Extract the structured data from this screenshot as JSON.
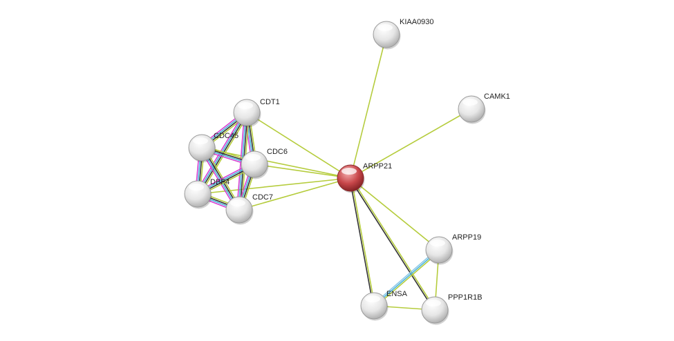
{
  "network": {
    "query_node": "ARPP21",
    "nodes": [
      {
        "id": "ARPP21",
        "label": "ARPP21",
        "query": true
      },
      {
        "id": "KIAA0930",
        "label": "KIAA0930"
      },
      {
        "id": "CAMK1",
        "label": "CAMK1"
      },
      {
        "id": "CDT1",
        "label": "CDT1"
      },
      {
        "id": "CDC45",
        "label": "CDC45"
      },
      {
        "id": "CDC6",
        "label": "CDC6"
      },
      {
        "id": "DBF4",
        "label": "DBF4"
      },
      {
        "id": "CDC7",
        "label": "CDC7"
      },
      {
        "id": "ARPP19",
        "label": "ARPP19"
      },
      {
        "id": "ENSA",
        "label": "ENSA"
      },
      {
        "id": "PPP1R1B",
        "label": "PPP1R1B"
      }
    ],
    "edges": [
      {
        "source": "ARPP21",
        "target": "KIAA0930",
        "evidence": [
          "textmining"
        ]
      },
      {
        "source": "ARPP21",
        "target": "CAMK1",
        "evidence": [
          "textmining"
        ]
      },
      {
        "source": "ARPP21",
        "target": "CDT1",
        "evidence": [
          "textmining"
        ]
      },
      {
        "source": "ARPP21",
        "target": "CDC45",
        "evidence": [
          "textmining"
        ]
      },
      {
        "source": "ARPP21",
        "target": "CDC6",
        "evidence": [
          "textmining"
        ]
      },
      {
        "source": "ARPP21",
        "target": "DBF4",
        "evidence": [
          "textmining"
        ]
      },
      {
        "source": "ARPP21",
        "target": "CDC7",
        "evidence": [
          "textmining"
        ]
      },
      {
        "source": "ARPP21",
        "target": "ARPP19",
        "evidence": [
          "textmining"
        ]
      },
      {
        "source": "ARPP21",
        "target": "ENSA",
        "evidence": [
          "textmining",
          "coexpression"
        ]
      },
      {
        "source": "ARPP21",
        "target": "PPP1R1B",
        "evidence": [
          "textmining",
          "coexpression"
        ]
      },
      {
        "source": "ARPP19",
        "target": "ENSA",
        "evidence": [
          "textmining",
          "database",
          "homology"
        ]
      },
      {
        "source": "ARPP19",
        "target": "PPP1R1B",
        "evidence": [
          "textmining"
        ]
      },
      {
        "source": "ENSA",
        "target": "PPP1R1B",
        "evidence": [
          "textmining"
        ]
      },
      {
        "source": "CDT1",
        "target": "CDC45",
        "evidence": [
          "textmining",
          "coexpression",
          "database",
          "experiments"
        ]
      },
      {
        "source": "CDT1",
        "target": "CDC6",
        "evidence": [
          "textmining",
          "coexpression",
          "database",
          "experiments"
        ]
      },
      {
        "source": "CDT1",
        "target": "DBF4",
        "evidence": [
          "textmining",
          "coexpression",
          "database",
          "experiments"
        ]
      },
      {
        "source": "CDT1",
        "target": "CDC7",
        "evidence": [
          "textmining",
          "coexpression",
          "database",
          "experiments"
        ]
      },
      {
        "source": "CDC45",
        "target": "CDC6",
        "evidence": [
          "textmining",
          "coexpression",
          "database",
          "experiments"
        ]
      },
      {
        "source": "CDC45",
        "target": "DBF4",
        "evidence": [
          "textmining",
          "coexpression",
          "database",
          "experiments"
        ]
      },
      {
        "source": "CDC45",
        "target": "CDC7",
        "evidence": [
          "textmining",
          "coexpression",
          "database",
          "experiments"
        ]
      },
      {
        "source": "CDC6",
        "target": "DBF4",
        "evidence": [
          "textmining",
          "coexpression",
          "database",
          "experiments"
        ]
      },
      {
        "source": "CDC6",
        "target": "CDC7",
        "evidence": [
          "textmining",
          "coexpression",
          "database",
          "experiments"
        ]
      },
      {
        "source": "DBF4",
        "target": "CDC7",
        "evidence": [
          "textmining",
          "coexpression",
          "database",
          "experiments"
        ]
      }
    ],
    "evidence_colors": {
      "textmining": "#b5cc3c",
      "coexpression": "#333333",
      "database": "#4ab3dd",
      "experiments": "#d63fd1",
      "homology": "#8ec9e8"
    },
    "node_fill": "#e8e8e8",
    "query_node_fill": "#c0393b"
  }
}
